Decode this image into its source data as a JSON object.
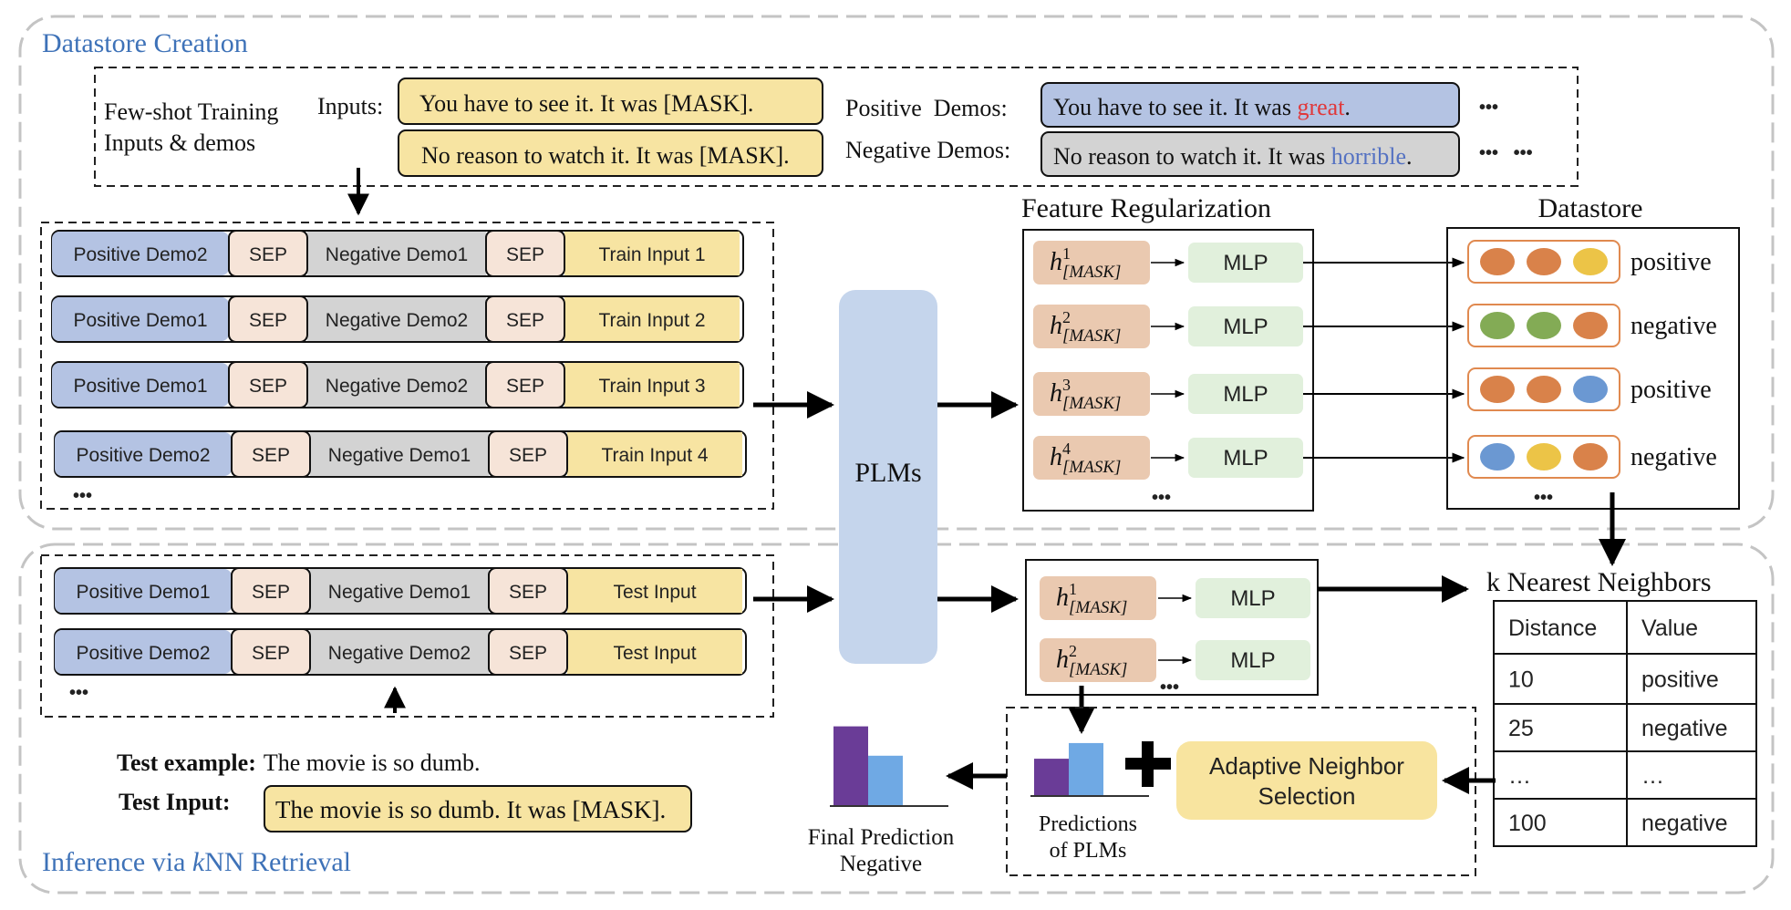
{
  "sections": {
    "creation_title": "Datastore Creation",
    "inference_title_pre": "Inference via ",
    "inference_title_k": "k",
    "inference_title_post": "NN Retrieval"
  },
  "few_shot": {
    "label_line1": "Few-shot Training",
    "label_line2": "Inputs & demos",
    "inputs_label": "Inputs:",
    "input1": "You have to see it. It was [MASK].",
    "input2": "No reason to watch it. It was [MASK].",
    "pos_label": "Positive  Demos:",
    "neg_label": "Negative Demos:",
    "pos_demo_pre": "You have to see it. It was ",
    "pos_demo_word": "great",
    "pos_demo_post": ".",
    "neg_demo_pre": "No reason to watch it. It was ",
    "neg_demo_word": "horrible",
    "neg_demo_post": ".",
    "ellipsis1": "•••",
    "ellipsis2": "•••   •••"
  },
  "train_rows": [
    {
      "demo_a": "Positive Demo2",
      "sep1": "SEP",
      "demo_b": "Negative Demo1",
      "sep2": "SEP",
      "input": "Train Input 1"
    },
    {
      "demo_a": "Positive Demo1",
      "sep1": "SEP",
      "demo_b": "Negative Demo2",
      "sep2": "SEP",
      "input": "Train Input 2"
    },
    {
      "demo_a": "Positive Demo1",
      "sep1": "SEP",
      "demo_b": "Negative Demo2",
      "sep2": "SEP",
      "input": "Train Input 3"
    },
    {
      "demo_a": "Positive Demo2",
      "sep1": "SEP",
      "demo_b": "Negative Demo1",
      "sep2": "SEP",
      "input": "Train Input 4"
    }
  ],
  "train_ellipsis": "•••",
  "test_rows": [
    {
      "demo_a": "Positive Demo1",
      "sep1": "SEP",
      "demo_b": "Negative Demo1",
      "sep2": "SEP",
      "input": "Test Input"
    },
    {
      "demo_a": "Positive Demo2",
      "sep1": "SEP",
      "demo_b": "Negative Demo2",
      "sep2": "SEP",
      "input": "Test Input"
    }
  ],
  "test_ellipsis": "•••",
  "plm_label": "PLMs",
  "feature_reg": {
    "title": "Feature Regularization",
    "h_base": "h",
    "h_sub": "[MASK]",
    "supers": [
      "1",
      "2",
      "3",
      "4"
    ],
    "mlp": "MLP",
    "ellipsis": "•••"
  },
  "datastore": {
    "title": "Datastore",
    "labels": [
      "positive",
      "negative",
      "positive",
      "negative"
    ],
    "ellipsis": "•••",
    "colors": {
      "orange": "#d9824a",
      "yellow": "#ecc447",
      "green": "#83ab55",
      "blue": "#6b98d2"
    }
  },
  "inference_features": {
    "supers": [
      "1",
      "2"
    ],
    "mlp": "MLP",
    "ellipsis": "•••"
  },
  "knn": {
    "title": "k Nearest Neighbors",
    "headers": [
      "Distance",
      "Value"
    ],
    "rows": [
      [
        "10",
        "positive"
      ],
      [
        "25",
        "negative"
      ],
      [
        "…",
        "…"
      ],
      [
        "100",
        "negative"
      ]
    ]
  },
  "test_example": {
    "label": "Test example:",
    "text": "The movie is so dumb.",
    "input_label": "Test Input:",
    "input_text": "The movie is so dumb. It was [MASK]."
  },
  "adaptive": {
    "line1": "Adaptive Neighbor",
    "line2": "Selection"
  },
  "predictions": {
    "line1": "Predictions",
    "line2": "of PLMs",
    "bars": [
      0.62,
      0.88
    ]
  },
  "final": {
    "line1": "Final Prediction",
    "line2": "Negative",
    "bars": [
      0.95,
      0.6
    ]
  },
  "colors": {
    "demo_blue": "#b4c3e3",
    "sep": "#f6e4d8",
    "demo_gray": "#d3d3d3",
    "input_yellow": "#f7e4a2",
    "plm": "#c5d5ec",
    "h_box": "#eac9b0",
    "mlp": "#e1f0dc",
    "adaptive": "#f8e49f",
    "bar_purple": "#6a3c97",
    "bar_blue": "#6fa9e4",
    "red_word": "#e0383a",
    "blue_word": "#5572c2"
  }
}
